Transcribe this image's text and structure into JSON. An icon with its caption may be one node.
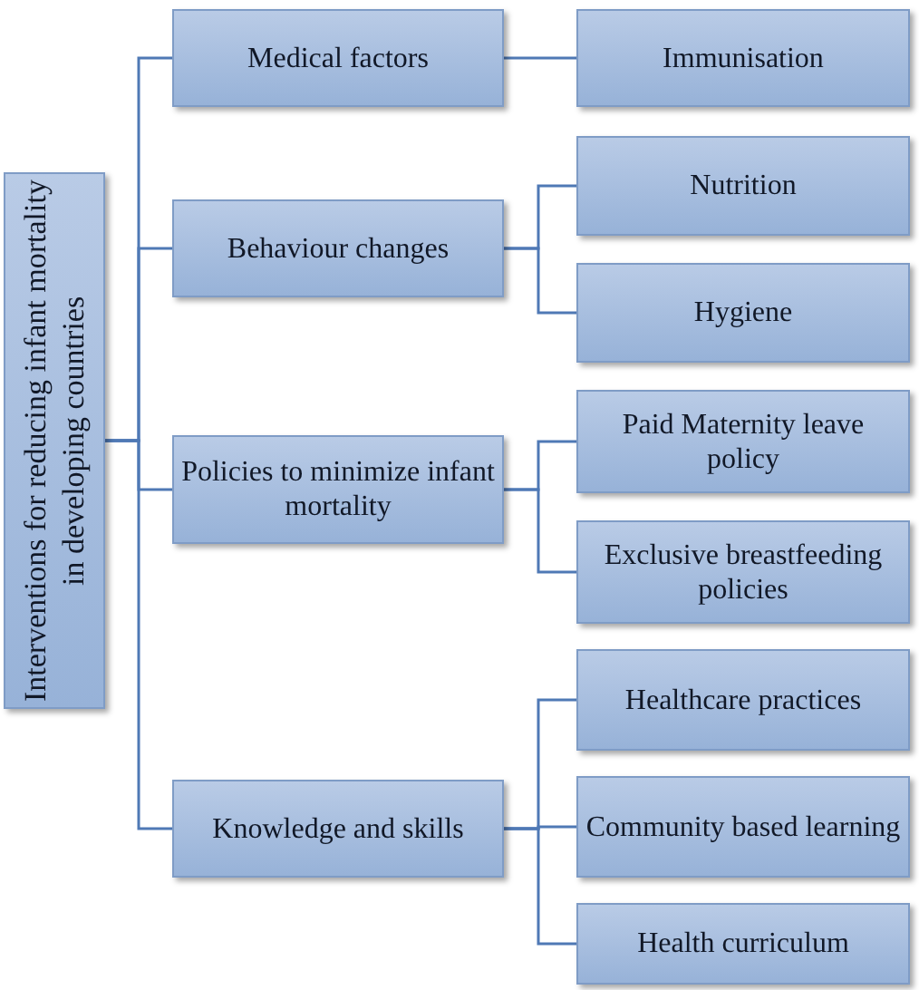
{
  "diagram": {
    "nodes": [
      {
        "text": [
          "Interventions for reducing infant mortality in developing countries"
        ]
      },
      {
        "text": [
          "Medical factors"
        ]
      },
      {
        "text": [
          "Immunisation"
        ]
      },
      {
        "text": [
          "Behaviour changes"
        ]
      },
      {
        "text": [
          "Nutrition"
        ]
      },
      {
        "text": [
          "Hygiene"
        ]
      },
      {
        "text": [
          "Policies to minimize infant mortality"
        ]
      },
      {
        "text": [
          "Paid Maternity leave policy"
        ]
      },
      {
        "text": [
          "Exclusive breastfeeding policies"
        ]
      },
      {
        "text": [
          "Knowledge and skills"
        ]
      },
      {
        "text": [
          "Healthcare practices"
        ]
      },
      {
        "text": [
          "Community based learning"
        ]
      },
      {
        "text": [
          "Health curriculum"
        ]
      }
    ],
    "edges": [
      {
        "from": 0,
        "to": 1,
        "arrow": "none"
      },
      {
        "from": 0,
        "to": 3,
        "arrow": "none"
      },
      {
        "from": 0,
        "to": 6,
        "arrow": "none"
      },
      {
        "from": 0,
        "to": 9,
        "arrow": "none"
      },
      {
        "from": 1,
        "to": 2,
        "arrow": "none"
      },
      {
        "from": 3,
        "to": 4,
        "arrow": "none"
      },
      {
        "from": 3,
        "to": 5,
        "arrow": "none"
      },
      {
        "from": 6,
        "to": 7,
        "arrow": "none"
      },
      {
        "from": 6,
        "to": 8,
        "arrow": "none"
      },
      {
        "from": 9,
        "to": 10,
        "arrow": "none"
      },
      {
        "from": 9,
        "to": 11,
        "arrow": "none"
      },
      {
        "from": 9,
        "to": 12,
        "arrow": "none"
      }
    ]
  }
}
